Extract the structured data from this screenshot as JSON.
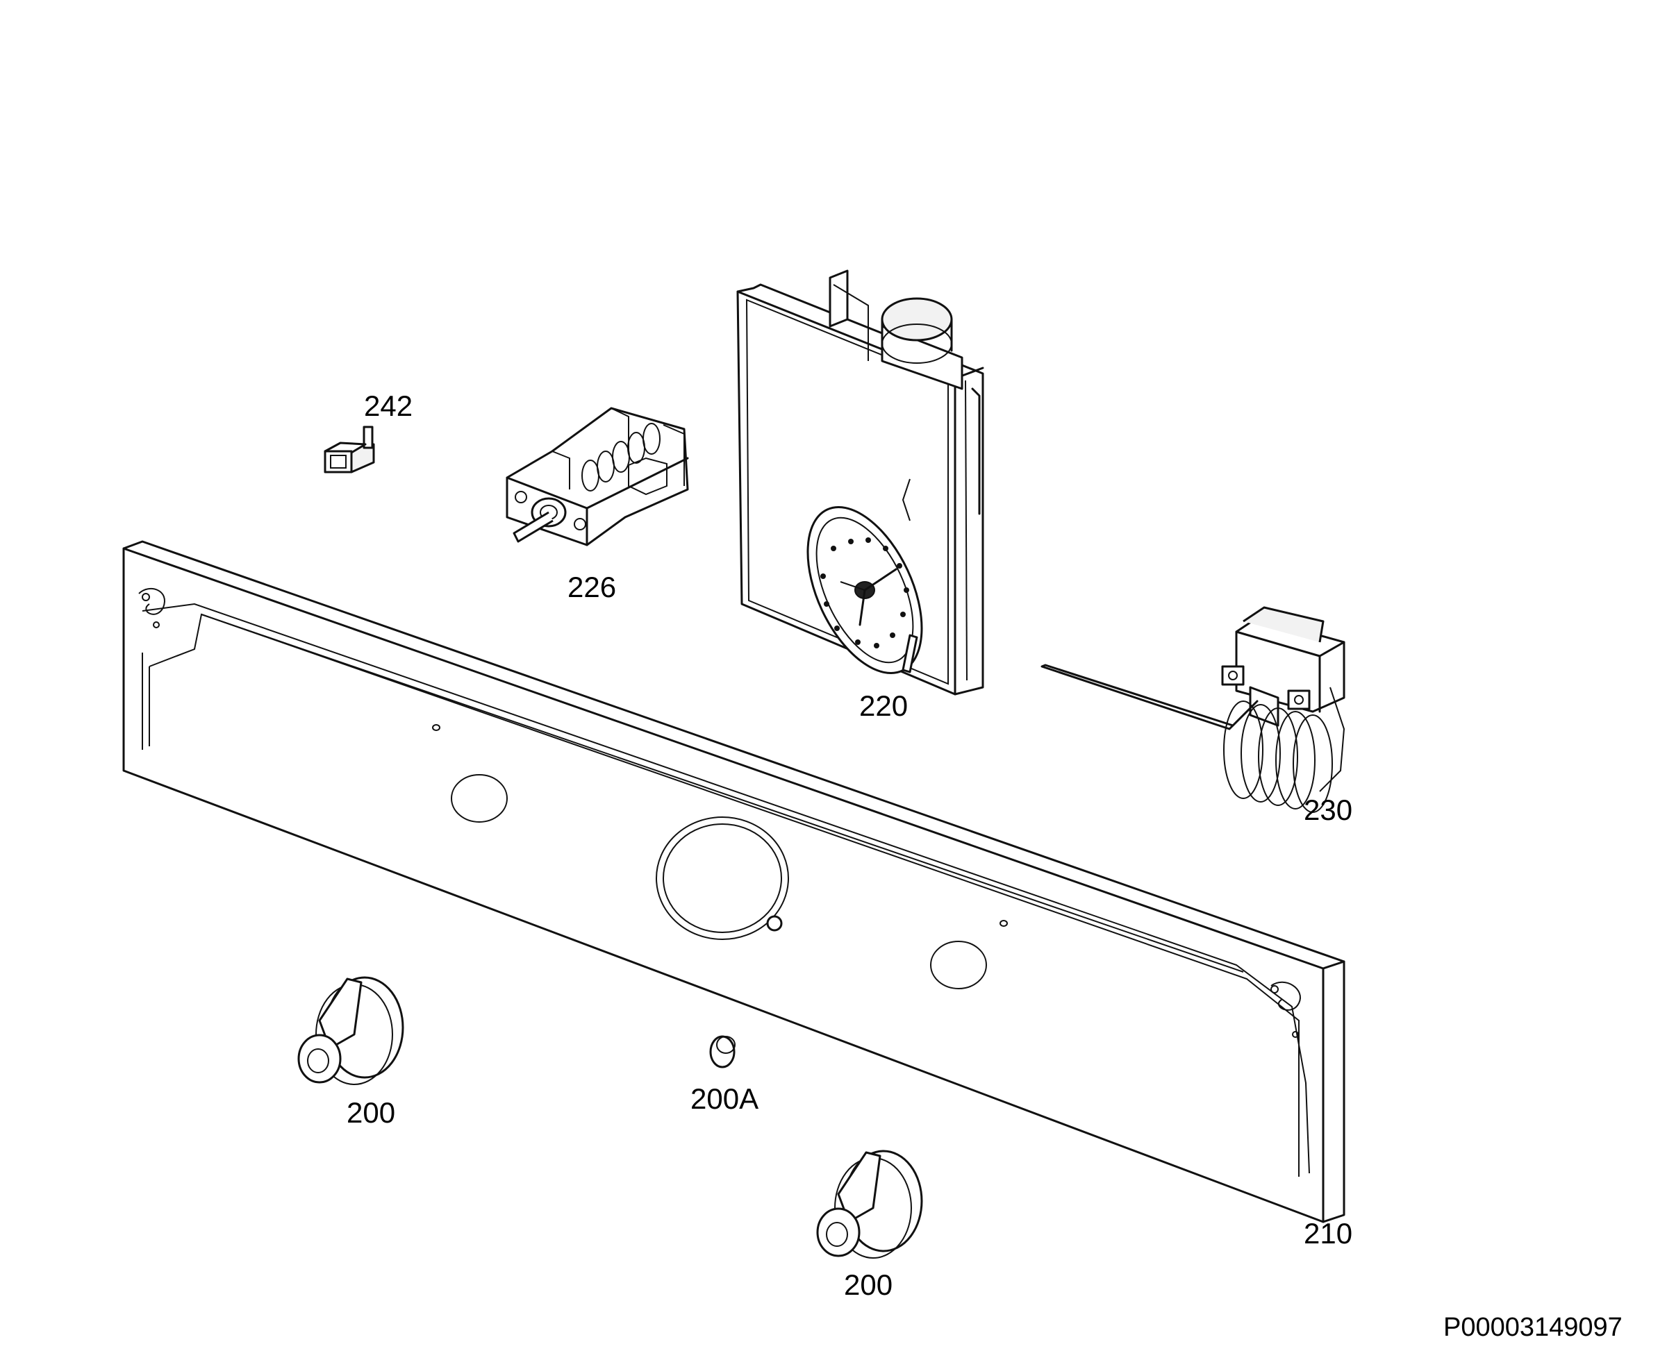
{
  "parts": [
    {
      "id": "lamp",
      "label": "242"
    },
    {
      "id": "selector-switch",
      "label": "226"
    },
    {
      "id": "timer-clock",
      "label": "220"
    },
    {
      "id": "thermostat",
      "label": "230"
    },
    {
      "id": "control-panel",
      "label": "210"
    },
    {
      "id": "knob-left",
      "label": "200"
    },
    {
      "id": "knob-button",
      "label": "200A"
    },
    {
      "id": "knob-right",
      "label": "200"
    }
  ],
  "drawing_code": "P00003149097"
}
